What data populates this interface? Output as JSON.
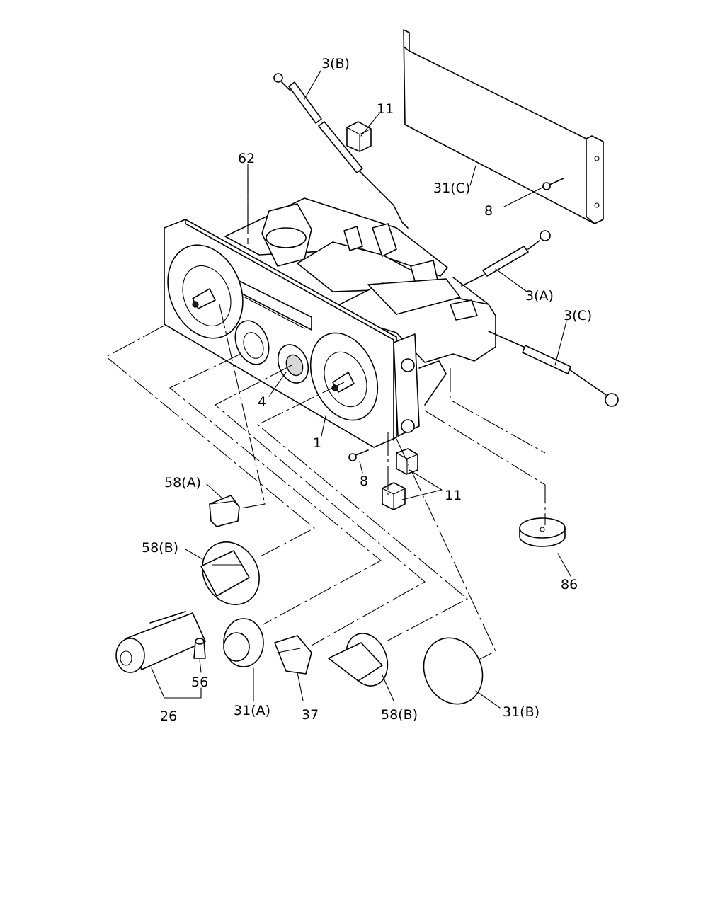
{
  "callouts": {
    "p3b": "3(B)",
    "p11_top": "11",
    "p62": "62",
    "p31c": "31(C)",
    "p8_top": "8",
    "p3a": "3(A)",
    "p3c": "3(C)",
    "p4": "4",
    "p1": "1",
    "p8_bottom": "8",
    "p11_bottom": "11",
    "p58a": "58(A)",
    "p58b_upper": "58(B)",
    "p86": "86",
    "p56": "56",
    "p26": "26",
    "p31a": "31(A)",
    "p37": "37",
    "p58b_lower": "58(B)",
    "p31b": "31(B)"
  }
}
